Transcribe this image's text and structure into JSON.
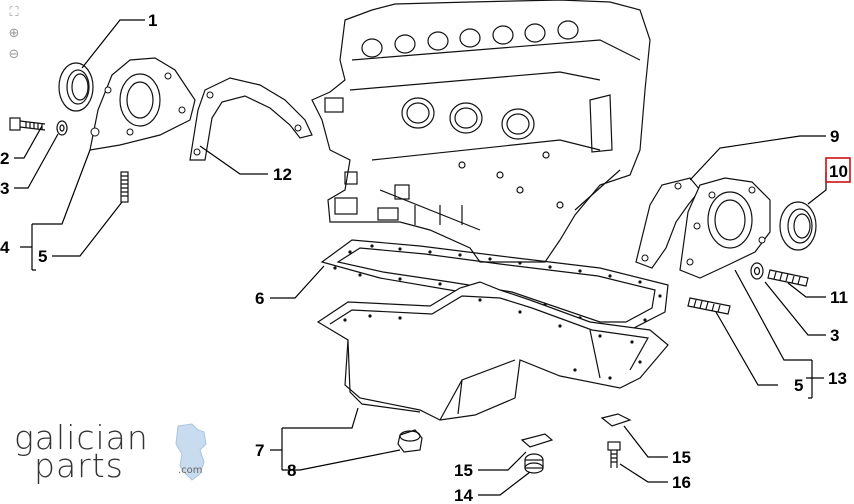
{
  "toolbar": {
    "tools": [
      {
        "name": "fullscreen-icon",
        "glyph": "⛶"
      },
      {
        "name": "zoom-in-icon",
        "glyph": "⊕"
      },
      {
        "name": "zoom-out-icon",
        "glyph": "⊖"
      }
    ]
  },
  "logo": {
    "line1": "galician",
    "line2": "parts",
    "tld": ".com"
  },
  "highlight_color": "#cc1111",
  "callouts": {
    "c1": "1",
    "c2": "2",
    "c3a": "3",
    "c4": "4",
    "c5a": "5",
    "c12": "12",
    "c6": "6",
    "c9": "9",
    "c10": "10",
    "c11": "11",
    "c3b": "3",
    "c5b": "5",
    "c13": "13",
    "c7": "7",
    "c8": "8",
    "c15a": "15",
    "c14": "14",
    "c15b": "15",
    "c16": "16"
  }
}
